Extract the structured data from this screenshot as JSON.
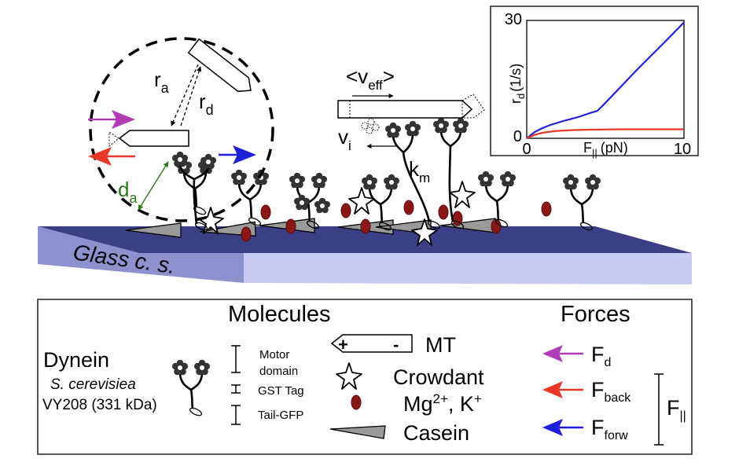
{
  "scene": {
    "surface_label": "Glass c. s.",
    "r_a": "r",
    "r_a_sub": "a",
    "r_d": "r",
    "r_d_sub": "d",
    "d_a": "d",
    "d_a_sub": "a",
    "v_eff_open": "<v",
    "v_eff_sub": "eff",
    "v_eff_close": ">",
    "v_i": "v",
    "v_i_sub": "i",
    "k_m": "k",
    "k_m_sub": "m",
    "colors": {
      "magenta": "#b03cb8",
      "red": "#e8382a",
      "blue": "#1f1fd8",
      "green": "#2a7a1a",
      "glass_top": "#3a3f86",
      "glass_front": "#c8cbf2"
    }
  },
  "inset": {
    "ylabel": "r",
    "ylabel_sub": "d",
    "ylabel_unit": "(1/s)",
    "xlabel": "F",
    "xlabel_sub": "||",
    "xlabel_unit": "(pN)",
    "x_ticks": [
      "0",
      "10"
    ],
    "y_ticks": [
      "0",
      "30"
    ]
  },
  "chart_data": {
    "type": "line",
    "xlim": [
      0,
      10
    ],
    "ylim": [
      0,
      30
    ],
    "series": [
      {
        "color": "#1f1fd8",
        "x": [
          0,
          0.5,
          1,
          1.5,
          2,
          2.5,
          3,
          3.5,
          4,
          4.5,
          5,
          6,
          7,
          8,
          9,
          10
        ],
        "y": [
          0,
          1.6,
          2.6,
          3.4,
          4.0,
          4.6,
          5.1,
          5.7,
          6.4,
          7.0,
          9.0,
          13.2,
          17.4,
          21.4,
          25.4,
          29.5
        ]
      },
      {
        "color": "#e8382a",
        "x": [
          0,
          0.5,
          1,
          1.5,
          2,
          3,
          4,
          5,
          6,
          8,
          10
        ],
        "y": [
          0,
          0.9,
          1.4,
          1.7,
          1.9,
          2.1,
          2.2,
          2.25,
          2.3,
          2.3,
          2.3
        ]
      }
    ]
  },
  "legend": {
    "molecules_heading": "Molecules",
    "forces_heading": "Forces",
    "dynein_name": "Dynein",
    "dynein_species": "S. cerevisiea",
    "dynein_strain": "VY208 (331 kDa)",
    "motor_domain_1": "Motor",
    "motor_domain_2": "domain",
    "gst_tag": "GST Tag",
    "tail_gfp": "Tail-GFP",
    "mt_plus": "+",
    "mt_minus": "-",
    "mt_label": "MT",
    "crowdant_label": "Crowdant",
    "ions_label": "Mg",
    "ions_sup1": "2+",
    "ions_mid": ", K",
    "ions_sup2": "+",
    "casein_label": "Casein",
    "f_d": "F",
    "f_d_sub": "d",
    "f_back": "F",
    "f_back_sub": "back",
    "f_forw": "F",
    "f_forw_sub": "forw",
    "f_par": "F",
    "f_par_sub": "||"
  }
}
